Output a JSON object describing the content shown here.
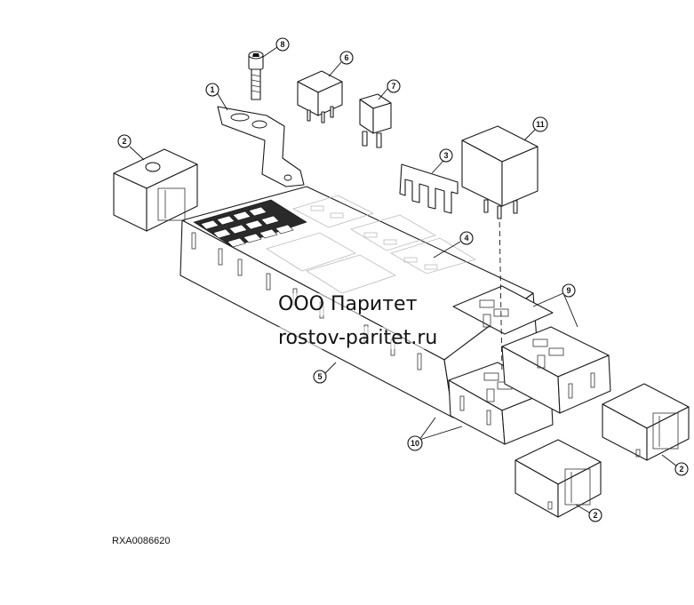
{
  "diagram": {
    "callouts": [
      "1",
      "2",
      "3",
      "4",
      "5",
      "6",
      "7",
      "8",
      "9",
      "10",
      "11"
    ],
    "callout_2_extra": [
      "2",
      "2"
    ],
    "callout_10": "10",
    "callout_9": "9"
  },
  "watermark": {
    "line1": "ООО Паритет",
    "line2": "rostov-paritet.ru"
  },
  "reference_code": "RXA0086620"
}
